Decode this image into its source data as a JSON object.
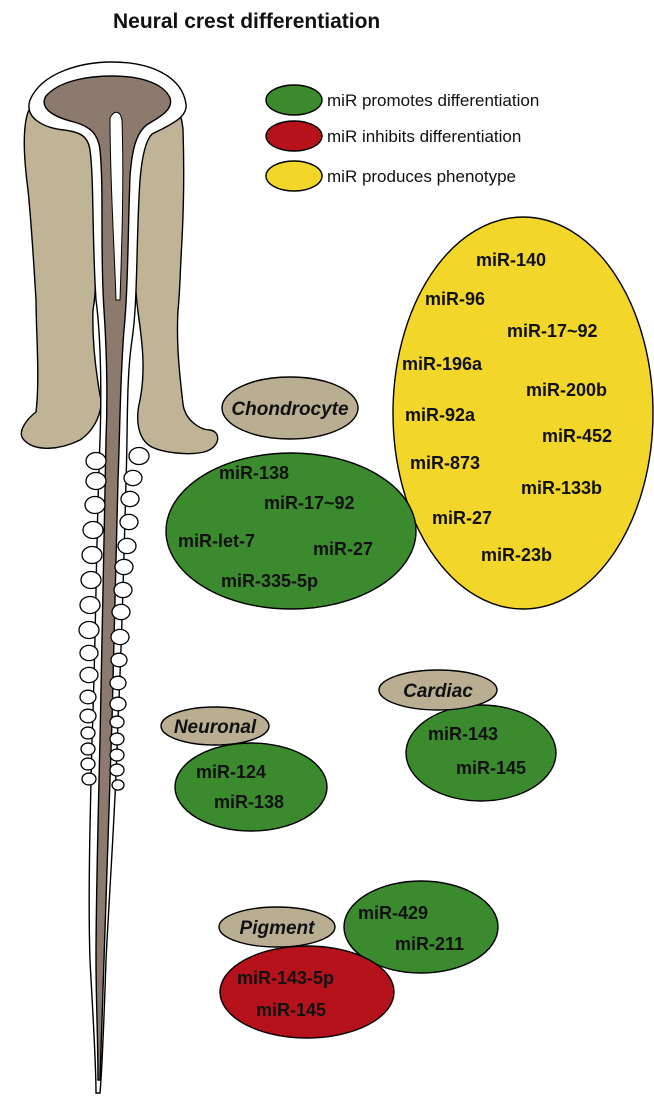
{
  "title": "Neural crest differentiation",
  "colors": {
    "green": "#3b8a2e",
    "red": "#b5121b",
    "yellow": "#f2d62a",
    "tan": "#b9ad92",
    "tissue": "#bfb596",
    "neural_tube": "#8d7a6e"
  },
  "legend": [
    {
      "color": "green",
      "text": "miR promotes differentiation"
    },
    {
      "color": "red",
      "text": "miR inhibits differentiation"
    },
    {
      "color": "yellow",
      "text": "miR produces phenotype"
    }
  ],
  "groups": {
    "chondrocyte": {
      "label": "Chondrocyte",
      "promotes": [
        "miR-138",
        "miR-17~92",
        "miR-let-7",
        "miR-27",
        "miR-335-5p"
      ],
      "phenotype": [
        "miR-140",
        "miR-96",
        "miR-17~92",
        "miR-196a",
        "miR-200b",
        "miR-92a",
        "miR-452",
        "miR-873",
        "miR-133b",
        "miR-27",
        "miR-23b"
      ]
    },
    "neuronal": {
      "label": "Neuronal",
      "promotes": [
        "miR-124",
        "miR-138"
      ]
    },
    "cardiac": {
      "label": "Cardiac",
      "promotes": [
        "miR-143",
        "miR-145"
      ]
    },
    "pigment": {
      "label": "Pigment",
      "promotes": [
        "miR-429",
        "miR-211"
      ],
      "inhibits": [
        "miR-143-5p",
        "miR-145"
      ]
    }
  }
}
